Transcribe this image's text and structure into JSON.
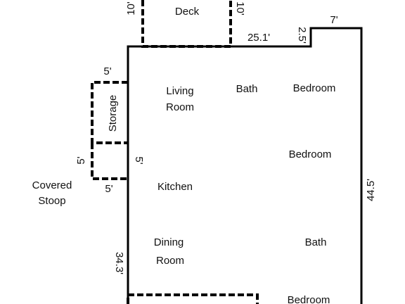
{
  "rooms": {
    "deck": "Deck",
    "living_line1": "Living",
    "living_line2": "Room",
    "bath_top": "Bath",
    "bedroom_1": "Bedroom",
    "bedroom_2": "Bedroom",
    "storage": "Storage",
    "kitchen": "Kitchen",
    "covered_line1": "Covered",
    "covered_line2": "Stoop",
    "dining_line1": "Dining",
    "dining_line2": "Room",
    "bath_bottom": "Bath",
    "bedroom_3": "Bedroom"
  },
  "dimensions": {
    "deck_left": "10'",
    "deck_right": "10'",
    "top_wall": "25.1'",
    "step": "2.5'",
    "top_right": "7'",
    "storage_top": "5'",
    "stoop_left": "5'",
    "stoop_right": "5'",
    "stoop_bottom": "5'",
    "right_wall": "44.5'",
    "left_wall": "34.3'"
  },
  "colors": {
    "line": "#000000",
    "text": "#111111",
    "background": "#ffffff"
  }
}
